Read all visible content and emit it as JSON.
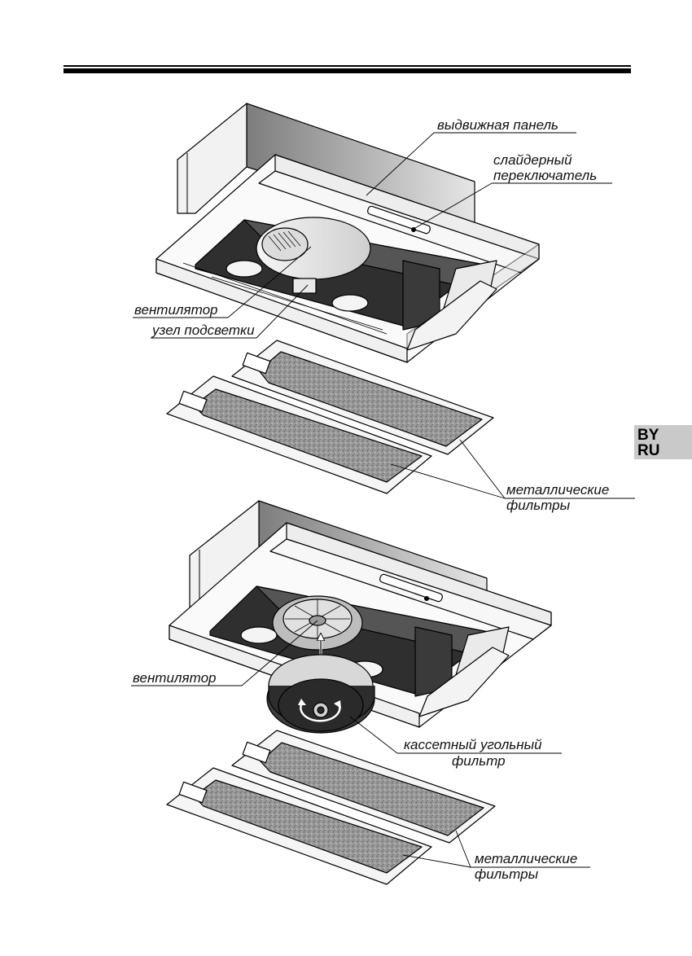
{
  "labels": {
    "sliding_panel": "выдвижная панель",
    "slider_switch_1": "слайдерный",
    "slider_switch_2": "переключатель",
    "fan_top": "вентилятор",
    "lighting_unit": "узел подсветки",
    "metal_filters_top_1": "металлические",
    "metal_filters_top_2": "фильтры",
    "fan_bottom": "вентилятор",
    "carbon_filter_1": "кассетный угольный",
    "carbon_filter_2": "фильтр",
    "metal_filters_bottom_1": "металлические",
    "metal_filters_bottom_2": "фильтры"
  },
  "language_tab": {
    "line1": "BY",
    "line2": "RU",
    "color": "#c9c9c9"
  }
}
